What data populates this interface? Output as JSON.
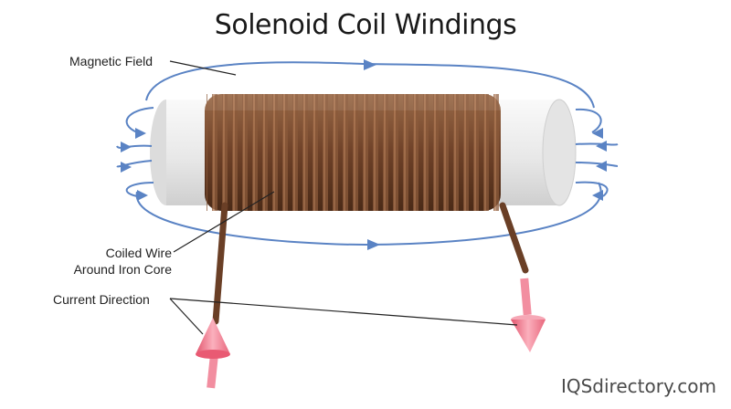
{
  "title": "Solenoid Coil Windings",
  "labels": {
    "magnetic_field": "Magnetic Field",
    "coiled_wire_line1": "Coiled Wire",
    "coiled_wire_line2": "Around Iron Core",
    "current_direction": "Current Direction"
  },
  "watermark": "IQSdirectory.com",
  "colors": {
    "field_line": "#5a83c4",
    "copper": "#7a4a2c",
    "core": "#e9e9e9",
    "arrow": "#f07b8e"
  }
}
